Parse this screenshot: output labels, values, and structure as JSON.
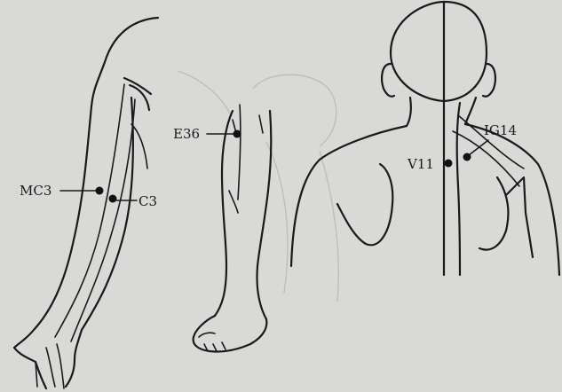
{
  "points": {
    "mc3": "MC3",
    "c3": "C3",
    "e36": "E36",
    "v11": "V11",
    "ig14": "IG14"
  }
}
